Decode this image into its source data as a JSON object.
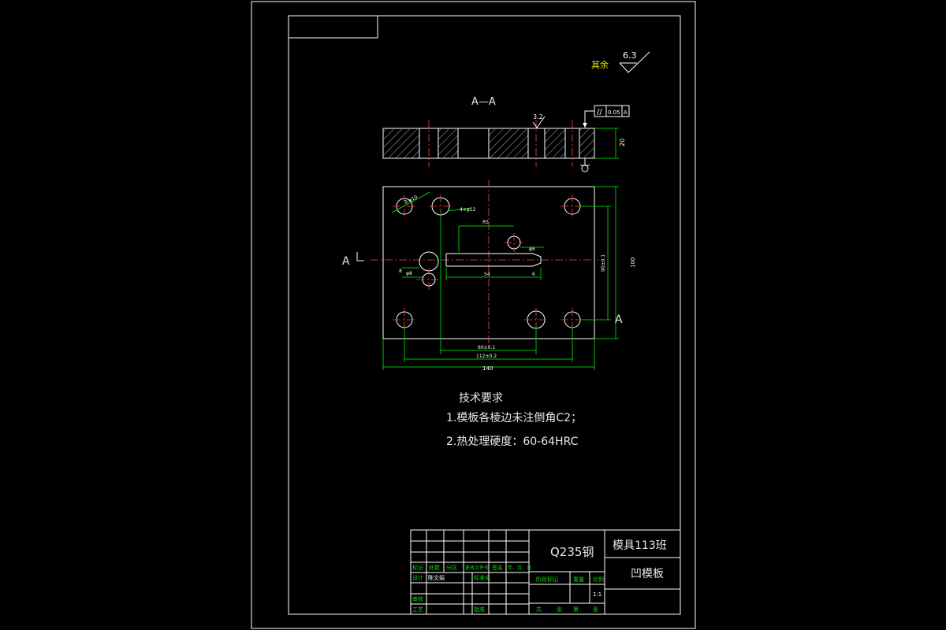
{
  "drawing": {
    "section_label": "A—A",
    "section_mark_left": "A",
    "section_mark_right": "A",
    "roughness_general": "6.3",
    "roughness_general_prefix": "其余",
    "roughness_local": "3.2",
    "tolerance_value": "0.05",
    "tolerance_datum": "A",
    "thickness_dim": "20",
    "dims": {
      "overall_width": "140",
      "hole_span": "112±0.2",
      "inner_span": "60±0.1",
      "height_outer": "100",
      "height_inner": "90±0.1",
      "dim_54": "54",
      "dim_6": "6",
      "dim_8": "8",
      "dim_phi": "φ8",
      "dim_r": "R5",
      "dim_hole1": "2-φ10",
      "dim_hole2": "4×φ12",
      "dim_small": "φ6"
    }
  },
  "notes": {
    "title": "技术要求",
    "items": [
      "1.模板各棱边未注倒角C2；",
      "2.热处理硬度：60-64HRC"
    ]
  },
  "title_block": {
    "material": "Q235钢",
    "school_class": "模具113班",
    "part_name": "凹模板",
    "scale": "1:1",
    "header_labels": [
      "标记",
      "处数",
      "分区",
      "更改文件号",
      "签名",
      "年、月、日"
    ],
    "designer_label": "设计",
    "designer_name": "陈文娟",
    "std_label": "标准化",
    "review_label": "审核",
    "process_label": "工艺",
    "approve_label": "批准",
    "stage_label": "阶段标记",
    "weight_label": "重量",
    "scale_label": "比例",
    "sheet_total": "共",
    "sheet_unit": "张",
    "sheet_no": "第",
    "sheet_unit2": "张"
  }
}
